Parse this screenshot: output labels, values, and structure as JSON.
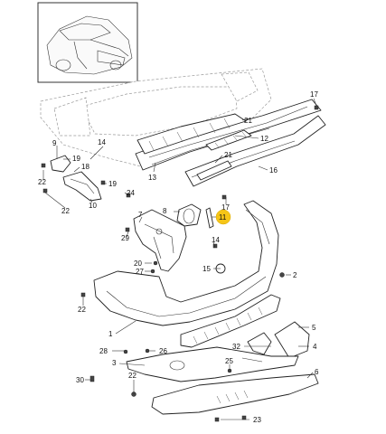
{
  "callouts": [
    "1",
    "2",
    "3",
    "4",
    "5",
    "6",
    "7",
    "8",
    "9",
    "10",
    "11",
    "12",
    "13",
    "14",
    "15",
    "16",
    "17",
    "17",
    "18",
    "19",
    "19",
    "20",
    "21",
    "21",
    "22",
    "22",
    "22",
    "23",
    "24",
    "25",
    "26",
    "27",
    "28",
    "29",
    "30",
    "32"
  ],
  "highlighted": "11",
  "colors": {
    "highlight": "#f5c518",
    "line": "#222222"
  },
  "icons": [
    "car-thumbnail",
    "bumper-assembly-exploded-view"
  ]
}
